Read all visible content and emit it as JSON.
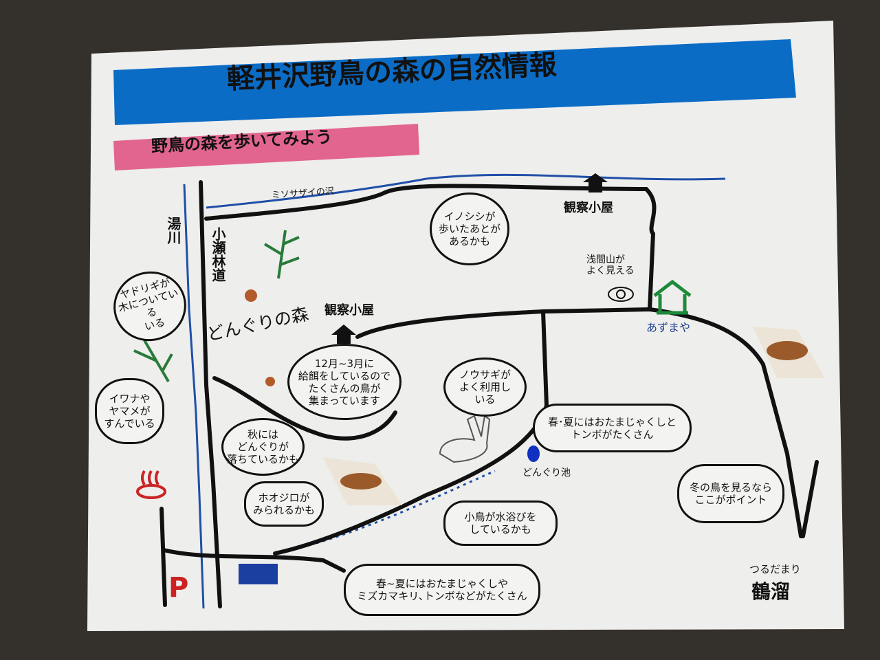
{
  "title": "軽井沢野鳥の森の自然情報",
  "subtitle": "野鳥の森を歩いてみよう",
  "colors": {
    "title_bar": "#0b6cc6",
    "subtitle_bar": "#e2658f",
    "river": "#1f4fa8",
    "road": "#111111",
    "shelter": "#1d8a3a"
  },
  "labels": {
    "stream": "ミソサザイの沢",
    "river": "湯川",
    "forest_road": "小瀬林道",
    "acorn_forest": "どんぐりの森",
    "hide1": "観察小屋",
    "hide2": "観察小屋",
    "azumaya": "あずまや",
    "pond": "どんぐり池",
    "asama": [
      "浅間山が",
      "よく見える"
    ],
    "tsurudamari_kana": "つるだまり",
    "tsurudamari": "鶴溜",
    "parking": "P"
  },
  "bubbles": {
    "inoshishi": [
      "イノシシが",
      "歩いたあとが",
      "あるかも"
    ],
    "yadorigi": [
      "ヤドリギが",
      "木についている",
      "いる"
    ],
    "feeding": [
      "12月~3月に",
      "給餌をしているので",
      "たくさんの鳥が",
      "集まっています"
    ],
    "iwana": [
      "イワナや",
      "ヤマメが",
      "すんでいる"
    ],
    "acorns": [
      "秋には",
      "どんぐりが",
      "落ちているかも"
    ],
    "hare": [
      "ノウサギが",
      "よく利用し",
      "いる"
    ],
    "tadpole1": [
      "春･夏にはおたまじゃくしと",
      "トンボがたくさん"
    ],
    "winter": [
      "冬の鳥を見るなら",
      "ここがポイント"
    ],
    "hoojiro": [
      "ホオジロが",
      "みられるかも"
    ],
    "bath": [
      "小鳥が水浴びを",
      "しているかも"
    ],
    "tadpole2": [
      "春~夏にはおたまじゃくしや",
      "ミズカマキリ､トンボなどがたくさん"
    ]
  }
}
